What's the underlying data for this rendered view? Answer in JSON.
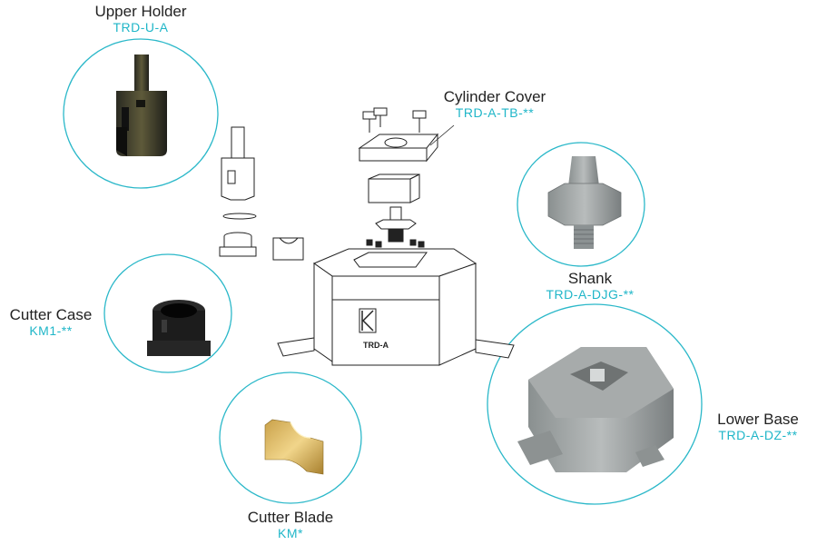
{
  "parts": {
    "upper_holder": {
      "name": "Upper Holder",
      "code": "TRD-U-A"
    },
    "cylinder_cover": {
      "name": "Cylinder Cover",
      "code": "TRD-A-TB-**"
    },
    "shank": {
      "name": "Shank",
      "code": "TRD-A-DJG-**"
    },
    "cutter_case": {
      "name": "Cutter Case",
      "code": "KM1-**"
    },
    "lower_base": {
      "name": "Lower Base",
      "code": "TRD-A-DZ-**"
    },
    "cutter_blade": {
      "name": "Cutter Blade",
      "code": "KM*"
    }
  },
  "assembly": {
    "model_label": "TRD-A"
  },
  "colors": {
    "accent": "#1fb6c8",
    "circle": "#2bb8c9"
  }
}
